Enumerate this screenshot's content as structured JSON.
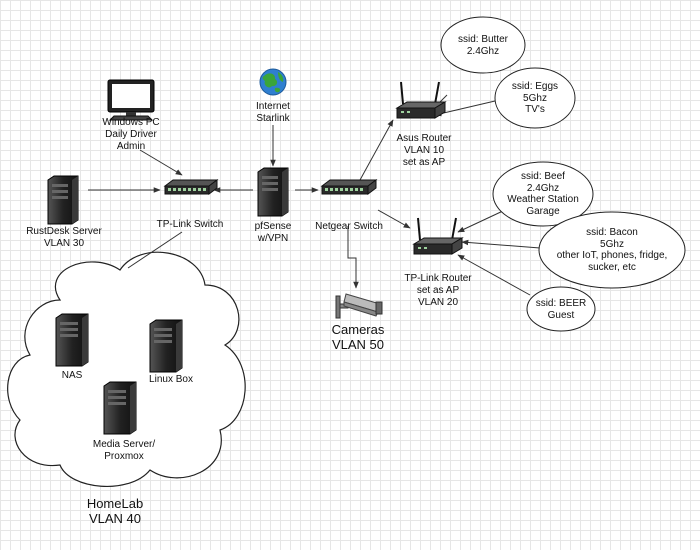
{
  "labels": {
    "windows_pc": "Windows PC\nDaily Driver\nAdmin",
    "internet": "Internet\nStarlink",
    "rustdesk": "RustDesk Server\nVLAN 30",
    "tplink_switch": "TP-Link Switch",
    "pfsense": "pfSense\nw/VPN",
    "netgear_switch": "Netgear Switch",
    "asus_router": "Asus Router\nVLAN 10\nset as AP",
    "tplink_router": "TP-Link Router\nset as AP\nVLAN 20",
    "cameras": "Cameras\nVLAN 50",
    "nas": "NAS",
    "linux_box": "Linux Box",
    "media_server": "Media Server/\nProxmox",
    "homelab": "HomeLab\nVLAN 40"
  },
  "ssids": {
    "butter": "ssid: Butter\n2.4Ghz",
    "eggs": "ssid: Eggs\n5Ghz\nTV's",
    "beef": "ssid: Beef\n2.4Ghz\nWeather Station\nGarage",
    "bacon": "ssid: Bacon\n5Ghz\nother IoT, phones, fridge,\nsucker, etc",
    "beer": "ssid: BEER\nGuest"
  },
  "icons": {
    "globe": "globe-icon",
    "pc": "desktop-pc-icon",
    "server": "server-tower-icon",
    "switch": "network-switch-icon",
    "router": "wireless-router-icon",
    "camera": "security-camera-icon"
  },
  "colors": {
    "stroke": "#333333",
    "grid": "#e6e6e6",
    "globe_ocean": "#2f7fd0",
    "globe_land": "#3aa53a"
  }
}
